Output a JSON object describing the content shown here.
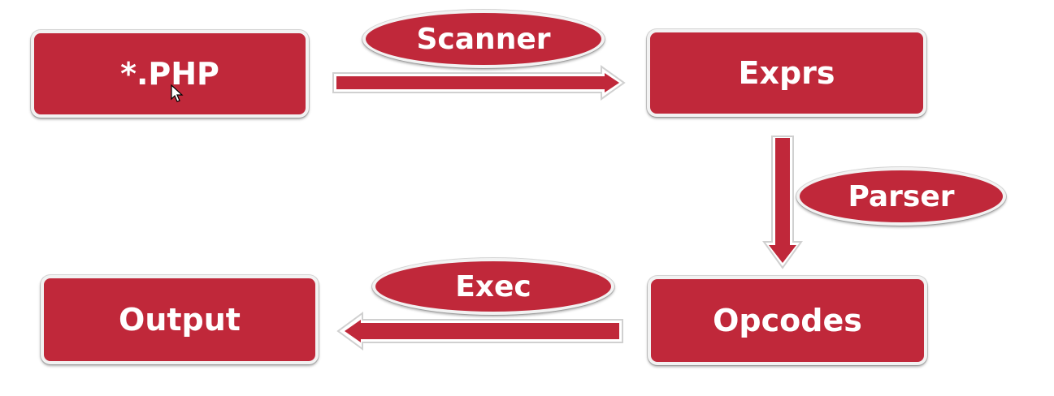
{
  "nodes": {
    "php": "*.PHP",
    "exprs": "Exprs",
    "opcodes": "Opcodes",
    "output": "Output"
  },
  "edges": {
    "scanner": "Scanner",
    "parser": "Parser",
    "exec": "Exec"
  },
  "colors": {
    "node_fill": "#c0283a",
    "border": "#f2f2f2",
    "text": "#ffffff"
  }
}
